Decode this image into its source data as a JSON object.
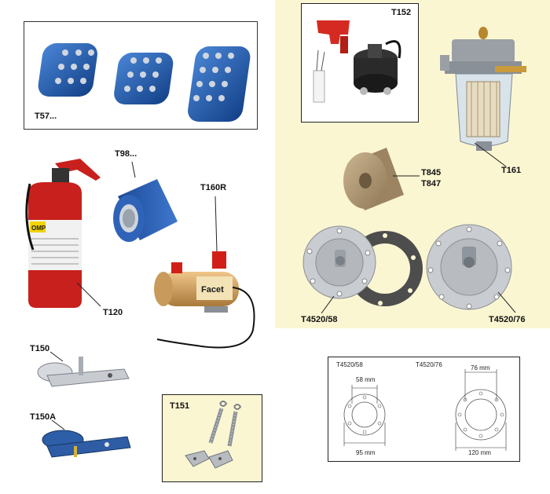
{
  "labels": {
    "t57": "T57...",
    "t152": "T152",
    "t161": "T161",
    "t845": "T845",
    "t847": "T847",
    "t98": "T98...",
    "t160r": "T160R",
    "t120": "T120",
    "t4520_58": "T4520/58",
    "t4520_76": "T4520/76",
    "t150": "T150",
    "t150a": "T150A",
    "t151": "T151"
  },
  "drawing": {
    "left_title": "T4520/58",
    "right_title": "T4520/76",
    "left_inner": "58 mm",
    "left_outer": "95 mm",
    "right_inner": "76 mm",
    "right_outer": "120 mm"
  },
  "extinguisher": {
    "brand": "OMP"
  },
  "pump": {
    "brand": "Facet"
  },
  "colors": {
    "panel_bg": "#fbf6d2",
    "pedal_blue": "#1e5fb3",
    "tape_blue": "#2458a8",
    "extinguisher_red": "#c8201c",
    "rubber_gray": "#888888"
  }
}
